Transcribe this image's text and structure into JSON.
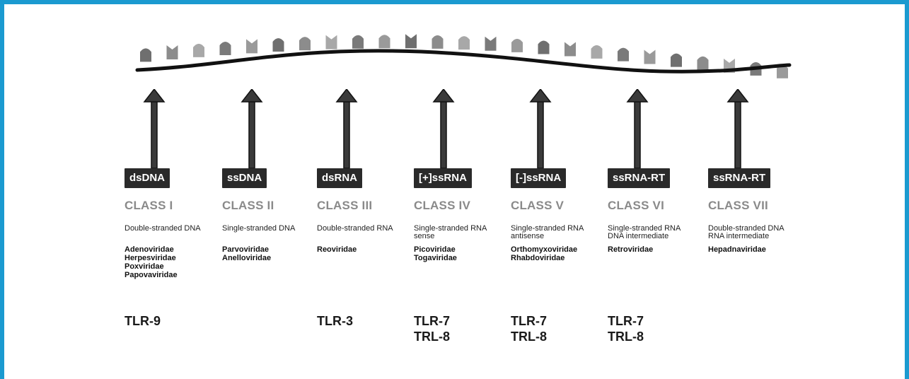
{
  "colors": {
    "frame": "#1b9ad0",
    "label_box": "#2a2a2a",
    "class_title": "#8a8a8a"
  },
  "strand": {
    "icon": "nucleic-acid-strand"
  },
  "classes": [
    {
      "box": "dsDNA",
      "title": "CLASS I",
      "desc": [
        "Double-stranded DNA"
      ],
      "families": [
        "Adenoviridae",
        "Herpesviridae",
        "Poxviridae",
        "Papovaviridae"
      ],
      "tlr": [
        "TLR-9"
      ]
    },
    {
      "box": "ssDNA",
      "title": "CLASS II",
      "desc": [
        "Single-stranded DNA"
      ],
      "families": [
        "Parvoviridae",
        "Anelloviridae"
      ],
      "tlr": []
    },
    {
      "box": "dsRNA",
      "title": "CLASS III",
      "desc": [
        "Double-stranded RNA"
      ],
      "families": [
        "Reoviridae"
      ],
      "tlr": [
        "TLR-3"
      ]
    },
    {
      "box": "[+]ssRNA",
      "title": "CLASS IV",
      "desc": [
        "Single-stranded RNA",
        "sense"
      ],
      "families": [
        "Picoviridae",
        "Togaviridae"
      ],
      "tlr": [
        "TLR-7",
        "TRL-8"
      ]
    },
    {
      "box": "[-]ssRNA",
      "title": "CLASS V",
      "desc": [
        "Single-stranded RNA",
        "antisense"
      ],
      "families": [
        "Orthomyxoviridae",
        "Rhabdoviridae"
      ],
      "tlr": [
        "TLR-7",
        "TRL-8"
      ]
    },
    {
      "box": "ssRNA-RT",
      "title": "CLASS VI",
      "desc": [
        "Single-stranded RNA",
        "DNA intermediate"
      ],
      "families": [
        "Retroviridae"
      ],
      "tlr": [
        "TLR-7",
        "TRL-8"
      ]
    },
    {
      "box": "ssRNA-RT",
      "title": "CLASS VII",
      "desc": [
        "Double-stranded DNA",
        "RNA intermediate"
      ],
      "families": [
        "Hepadnaviridae"
      ],
      "tlr": []
    }
  ]
}
